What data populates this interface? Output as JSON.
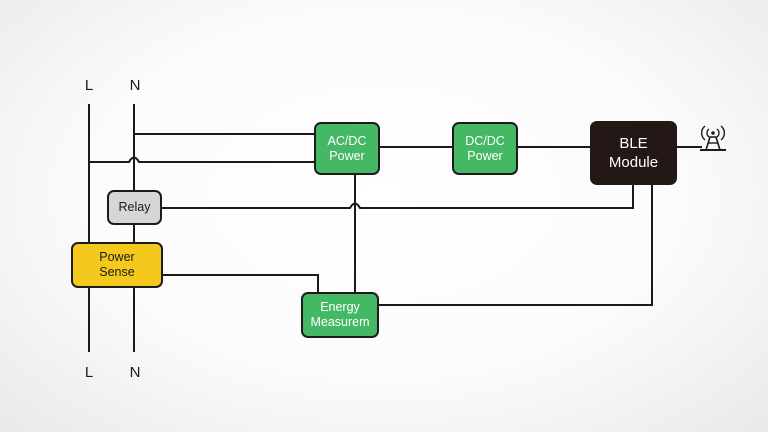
{
  "terminals": {
    "top_l": "L",
    "top_n": "N",
    "bottom_l": "L",
    "bottom_n": "N"
  },
  "blocks": {
    "acdc": "AC/DC\nPower",
    "dcdc": "DC/DC\nPower",
    "ble": "BLE\nModule",
    "relay": "Relay",
    "power_sense": "Power\nSense",
    "energy": "Energy\nMeasurem"
  },
  "colors": {
    "converter": "#45b866",
    "ble": "#231815",
    "relay": "#d6d6d6",
    "power_sense": "#f4c81c",
    "wire": "#1a1a1a"
  },
  "icons": {
    "antenna": "antenna-icon"
  }
}
